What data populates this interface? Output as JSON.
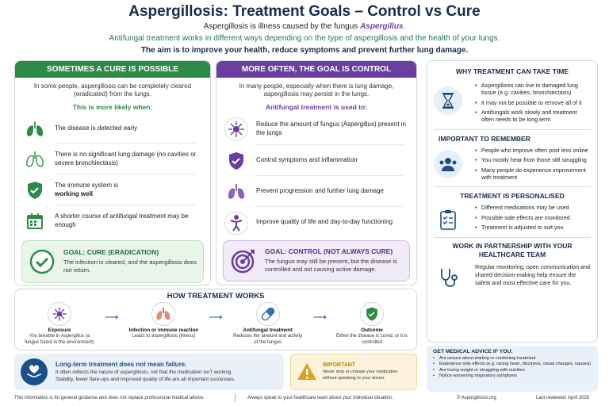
{
  "header": {
    "title": "Aspergillosis: Treatment Goals – Control vs Cure",
    "sub1_prefix": "Aspergillosis is illness caused by the fungus ",
    "sub1_fungus": "Aspergillus",
    "sub1_suffix": ".",
    "sub2": "Antifungal treatment works in different ways depending on the type of aspergillosis and the health of your lungs.",
    "sub3": "The aim is to improve your health, reduce symptoms and prevent further lung damage."
  },
  "cure": {
    "header": "SOMETIMES A CURE IS POSSIBLE",
    "intro": "In some people, aspergillosis can be completely cleared (eradicated) from the lungs.",
    "lead": "This is more likely when:",
    "items": [
      {
        "icon": "lungs-icon",
        "text": "The disease is detected early"
      },
      {
        "icon": "lungs-outline-icon",
        "text": "There is no significant lung damage (no cavities or severe bronchiectasis)"
      },
      {
        "icon": "shield-check-icon",
        "text": "The immune system is",
        "strong": "working well"
      },
      {
        "icon": "calendar-icon",
        "text": "A shorter course of antifungal treatment may be enough"
      }
    ],
    "goal_title": "GOAL: CURE (ERADICATION)",
    "goal_desc": "The infection is cleared, and the aspergillosis does not return."
  },
  "control": {
    "header": "MORE OFTEN, THE GOAL IS CONTROL",
    "intro": "In many people, especially when there is lung damage, aspergillosis may persist in the lungs.",
    "lead": "Antifungal treatment is used to:",
    "items": [
      {
        "icon": "fungus-icon",
        "text": "Reduce the amount of fungus (Aspergillus) present in the lungs"
      },
      {
        "icon": "shield-check-icon",
        "text": "Control symptoms and inflammation"
      },
      {
        "icon": "lungs-icon",
        "text": "Prevent progression and further lung damage"
      },
      {
        "icon": "person-icon",
        "text": "Improve quality of life and day-to-day functioning"
      }
    ],
    "goal_title": "GOAL: CONTROL (NOT ALWAYS CURE)",
    "goal_desc": "The fungus may still be present, but the disease is controlled and not causing active damage."
  },
  "right": {
    "why_title": "WHY TREATMENT CAN TAKE TIME",
    "why_items": [
      "Aspergillosis can live in damaged lung tissue (e.g. cavities, bronchiectasis)",
      "It may not be possible to remove all of it",
      "Antifungals work slowly and treatment often needs to be long term"
    ],
    "remember_title": "IMPORTANT TO REMEMBER",
    "remember_items": [
      "People who improve often post less online",
      "You mostly hear from those still struggling",
      "Many people do experience improvement with treatment"
    ],
    "personal_title": "TREATMENT IS PERSONALISED",
    "personal_items": [
      "Different medications may be used",
      "Possible side effects are monitored",
      "Treatment is adjusted to suit you"
    ],
    "partner_title": "WORK IN PARTNERSHIP WITH YOUR HEALTHCARE TEAM",
    "partner_text": "Regular monitoring, open communication and shared decision-making help ensure the safest and most effective care for you.",
    "advice_title": "GET MEDICAL ADVICE IF YOU:",
    "advice_items": [
      "Are unsure about starting or continuing treatment",
      "Experience side effects (e.g. racing heart, dizziness, visual changes, nausea)",
      "Are losing weight or struggling with nutrition",
      "Notice worsening respiratory symptoms"
    ]
  },
  "how": {
    "title": "HOW TREATMENT WORKS",
    "steps": [
      {
        "title": "Exposure",
        "desc": "You breathe in Aspergillus (a fungus found in the environment)"
      },
      {
        "title": "Infection or immune reaction",
        "desc": "Leads to aspergillosis (illness)"
      },
      {
        "title": "Antifungal treatment",
        "desc": "Reduces the amount and activity of the fungus"
      },
      {
        "title": "Outcome",
        "desc": "Either the disease is cured, or it is controlled"
      }
    ]
  },
  "longterm": {
    "title": "Long-term treatment does not mean failure.",
    "line1": "It often reflects the nature of aspergillosis, not that the medication isn't working.",
    "line2": "Stability, fewer flare-ups and improved quality of life are all important successes."
  },
  "important": {
    "title": "IMPORTANT",
    "text": "Never stop or change your medication without speaking to your doctor."
  },
  "footer": {
    "left": "This information is for general guidance and does not replace professional medical advice.",
    "mid": "Always speak to your healthcare team about your individual situation.",
    "site": "© Aspergillosis.org",
    "reviewed": "Last reviewed: April 2026"
  },
  "colors": {
    "navy": "#1b2a4e",
    "green": "#2e8b45",
    "purple": "#6b3fa0",
    "orange": "#e0a020"
  }
}
